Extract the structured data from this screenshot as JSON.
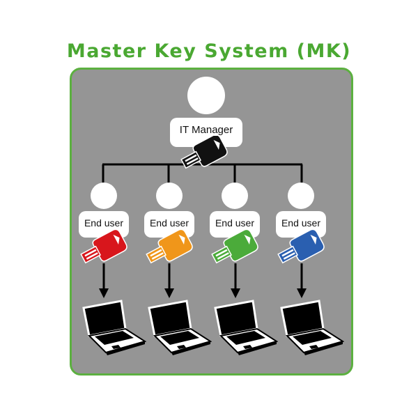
{
  "title": "Master Key System (MK)",
  "colors": {
    "title": "#4aa832",
    "panel_bg": "#959595",
    "panel_border": "#5cb040"
  },
  "manager": {
    "label": "IT Manager",
    "key_color": "#111111",
    "icon": "master-key-icon"
  },
  "end_users": [
    {
      "label": "End user",
      "key_color": "#d8161c",
      "key_name": "red-key-icon",
      "device": "laptop-icon"
    },
    {
      "label": "End user",
      "key_color": "#f0961a",
      "key_name": "orange-key-icon",
      "device": "laptop-icon"
    },
    {
      "label": "End user",
      "key_color": "#4bab3a",
      "key_name": "green-key-icon",
      "device": "laptop-icon"
    },
    {
      "label": "End user",
      "key_color": "#2a5fb0",
      "key_name": "blue-key-icon",
      "device": "laptop-icon"
    }
  ]
}
